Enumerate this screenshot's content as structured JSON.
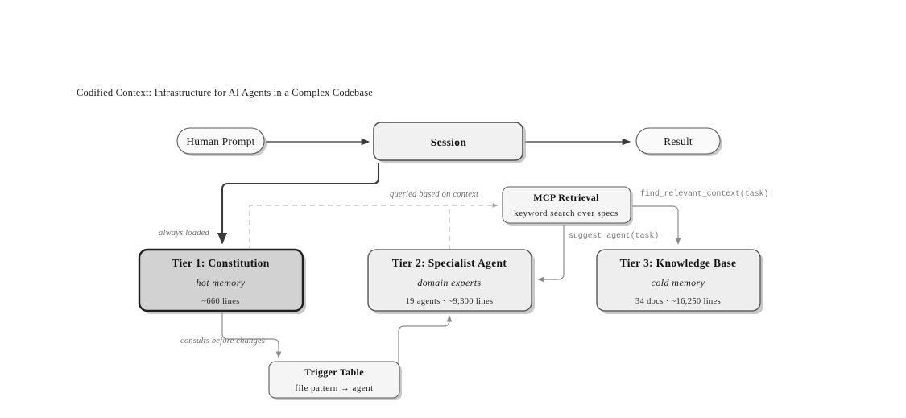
{
  "title": "Codified Context: Infrastructure for AI Agents in a Complex Codebase",
  "nodes": {
    "human_prompt": {
      "label": "Human Prompt"
    },
    "session": {
      "label": "Session"
    },
    "result": {
      "label": "Result"
    },
    "mcp_retrieval": {
      "label": "MCP Retrieval",
      "subtitle": "keyword search over specs"
    },
    "tier1": {
      "label": "Tier 1: Constitution",
      "subtitle": "hot memory",
      "meta": "~660 lines"
    },
    "tier2": {
      "label": "Tier 2: Specialist Agent",
      "subtitle": "domain experts",
      "meta": "19 agents · ~9,300 lines"
    },
    "tier3": {
      "label": "Tier 3: Knowledge Base",
      "subtitle": "cold memory",
      "meta": "34 docs · ~16,250 lines"
    },
    "trigger_table": {
      "label": "Trigger Table",
      "subtitle": "file pattern → agent"
    }
  },
  "edge_labels": {
    "always_loaded": "always loaded",
    "queried_based_on_context": "queried based on context",
    "find_relevant_context": "find_relevant_context(task)",
    "suggest_agent": "suggest_agent(task)",
    "consults_before_changes": "consults before changes"
  },
  "colors": {
    "page_background": "#ffffff",
    "node_fill_light": "#f1f1f1",
    "node_fill_white": "#fafafa",
    "node_fill_highlight": "#d2d2d2",
    "node_stroke": "#4a4a4a",
    "node_stroke_strong": "#1f1f1f",
    "edge_stroke": "#8c8c8c",
    "edge_stroke_strong": "#3b3b3b",
    "label_muted": "#6b6b6b",
    "text_primary": "#111111"
  }
}
